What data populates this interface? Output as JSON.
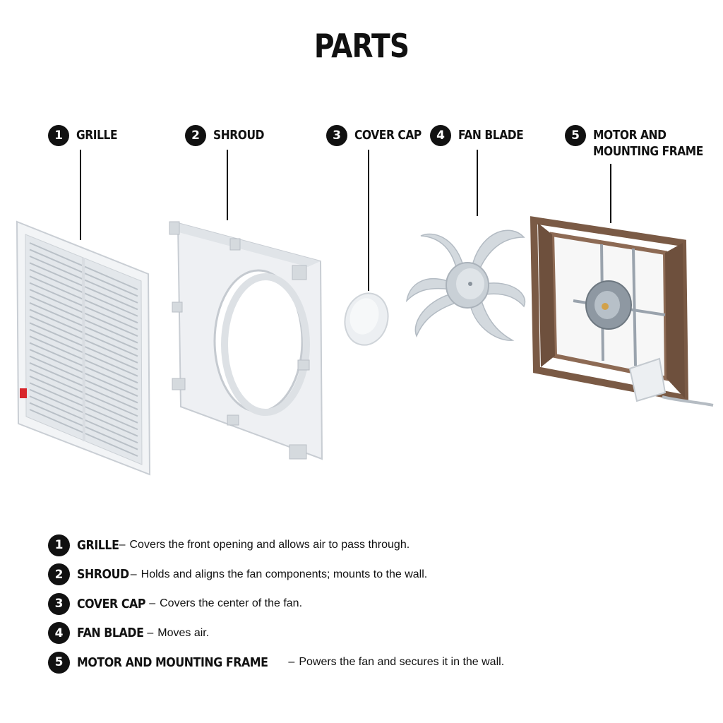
{
  "title": "PARTS",
  "callouts": [
    {
      "number": "1",
      "label": "GRILLE"
    },
    {
      "number": "2",
      "label": "SHROUD"
    },
    {
      "number": "3",
      "label": "COVER CAP"
    },
    {
      "number": "4",
      "label": "FAN BLADE"
    },
    {
      "number": "5",
      "label_line1": "MOTOR AND",
      "label_line2": "MOUNTING FRAME"
    }
  ],
  "legend": [
    {
      "number": "1",
      "name": "GRILLE",
      "dash": "–",
      "description": "Covers the front opening and allows air to pass through."
    },
    {
      "number": "2",
      "name": "SHROUD",
      "dash": "–",
      "description": "Holds and aligns the fan components; mounts to the wall."
    },
    {
      "number": "3",
      "name": "COVER CAP",
      "dash": "–",
      "description": "Covers the center of the fan."
    },
    {
      "number": "4",
      "name": "FAN BLADE",
      "dash": "–",
      "description": "Moves air."
    },
    {
      "number": "5",
      "name": "MOTOR AND MOUNTING FRAME",
      "dash": "–",
      "description": "Powers the fan and secures it in the wall."
    }
  ],
  "colors": {
    "ink": "#111111",
    "plastic": "#e9ecef",
    "frame_brown": "#7a5a45",
    "metal": "#9aa3ad"
  }
}
